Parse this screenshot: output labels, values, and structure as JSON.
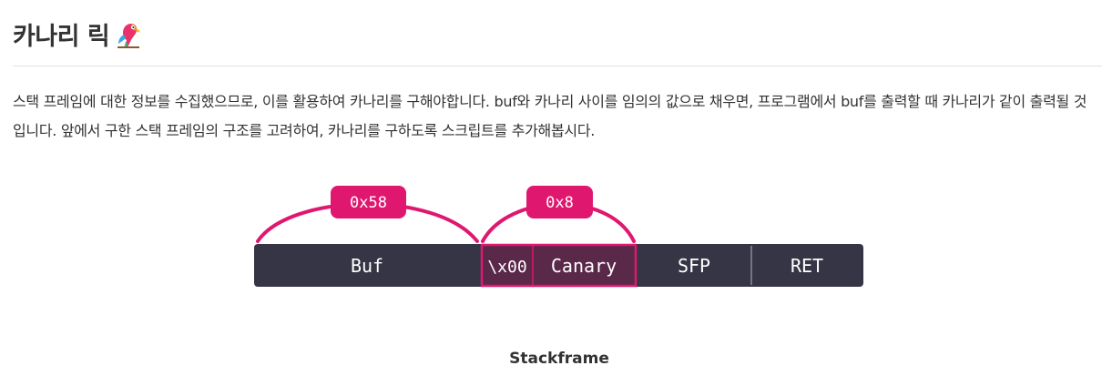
{
  "heading": {
    "title": "카나리 릭",
    "emoji_icon": "parrot-icon"
  },
  "body": {
    "paragraph": "스택 프레임에 대한 정보를 수집했으므로, 이를 활용하여 카나리를 구해야합니다. buf와 카나리 사이를 임의의 값으로 채우면, 프로그램에서 buf를 출력할 때 카나리가 같이 출력될 것입니다. 앞에서 구한 스택 프레임의 구조를 고려하여, 카나리를 구하도록 스크립트를 추가해봅시다."
  },
  "figure": {
    "caption": "Stackframe",
    "cells": {
      "buf": "Buf",
      "null_byte": "\\x00",
      "canary": "Canary",
      "sfp": "SFP",
      "ret": "RET"
    },
    "badges": {
      "buf_size": "0x58",
      "canary_size": "0x8"
    },
    "colors": {
      "cell": "#363545",
      "canary_cell": "#5a2849",
      "accent": "#e0176f",
      "cell_text": "#ffffff",
      "separator": "#8a8a96"
    }
  }
}
